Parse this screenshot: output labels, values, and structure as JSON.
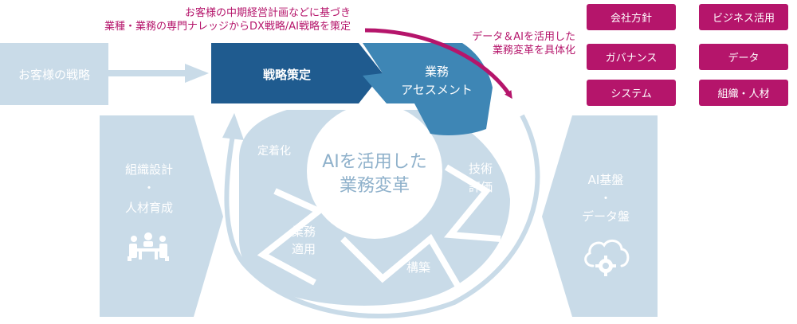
{
  "top_note": {
    "line1": "お客様の中期経営計画などに基づき",
    "line2": "業種・業務の専門ナレッジからDX戦略/AI戦略を策定"
  },
  "right_note": {
    "line1": "データ＆AIを活用した",
    "line2": "業務変革を具体化"
  },
  "customer_strategy": "お客様の戦略",
  "steps": {
    "strategy": "戦略策定",
    "assessment_line1": "業務",
    "assessment_line2": "アセスメント",
    "tech_eval_line1": "技術",
    "tech_eval_line2": "評価",
    "build": "構築",
    "apply_line1": "業務",
    "apply_line2": "適用",
    "establish": "定着化"
  },
  "center": {
    "line1": "AIを活用した",
    "line2": "業務変革"
  },
  "left_pillar": {
    "line1": "組織設計",
    "dot": "・",
    "line2": "人材育成",
    "icon": "people-meeting-icon"
  },
  "right_pillar": {
    "line1": "AI基盤",
    "dot": "・",
    "line2": "データ盤",
    "icon": "cloud-gear-icon"
  },
  "tags": [
    "会社方針",
    "ビジネス活用",
    "ガバナンス",
    "データ",
    "システム",
    "組織・人材"
  ],
  "colors": {
    "magenta": "#b5156b",
    "dark_blue": "#1f5b8f",
    "mid_blue": "#3e86b5",
    "light_blue": "#c9dbe8",
    "center_text": "#8fb1cb"
  }
}
